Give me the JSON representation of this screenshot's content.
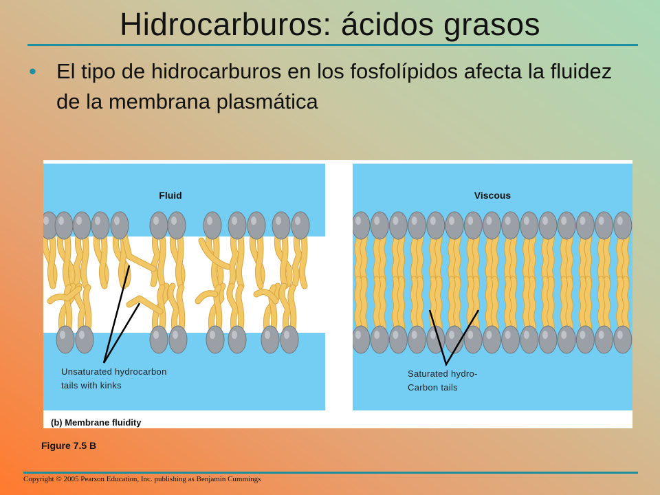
{
  "slide": {
    "title": "Hidrocarburos: ácidos grasos",
    "bullet": "El tipo de hidrocarburos en los fosfolípidos afecta la fluidez de la membrana plasmática",
    "copyright": "Copyright © 2005 Pearson Education, Inc. publishing as Benjamin Cummings"
  },
  "figure": {
    "caption": "(b) Membrane fluidity",
    "number": "Figure 7.5  B",
    "fluid": {
      "label": "Fluid",
      "callout_line1": "Unsaturated hydrocarbon",
      "callout_line2": "tails with kinks"
    },
    "viscous": {
      "label": "Viscous",
      "callout_line1": "Saturated hydro-",
      "callout_line2": "Carbon tails"
    }
  },
  "colors": {
    "water": "#74cdf2",
    "head": "#9aa0a6",
    "tail": "#f2c766",
    "accent": "#1c8e9d"
  }
}
